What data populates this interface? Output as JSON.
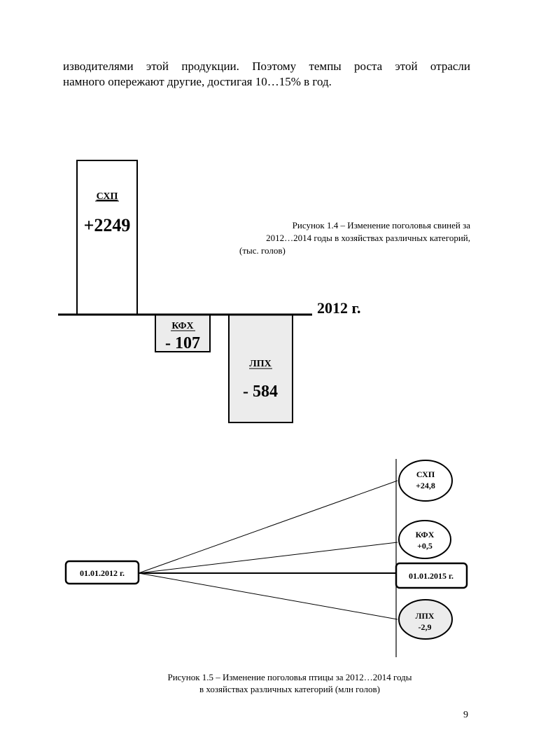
{
  "paragraph": {
    "line1": "изводителями этой продукции. Поэтому темпы роста этой отрасли",
    "line2": "намного опережают другие, достигая 10…15% в год."
  },
  "figure_1_4": {
    "caption_lines": [
      "Рисунок 1.4 – Изменение поголовья свиней за",
      "2012…2014 годы в хозяйствах различных категорий,",
      "(тыс. голов)"
    ],
    "baseline_label": "2012 г.",
    "bars": [
      {
        "name": "СХП",
        "value": 2249,
        "label": "+2249"
      },
      {
        "name": "КФХ",
        "value": -107,
        "label": "- 107"
      },
      {
        "name": "ЛПХ",
        "value": -584,
        "label": "- 584"
      }
    ],
    "fill_negative": "#ececec"
  },
  "figure_1_5": {
    "start_label": "01.01.2012 г.",
    "end_label": "01.01.2015 г.",
    "nodes": [
      {
        "name": "СХП",
        "label": "+24,8",
        "value": 24.8
      },
      {
        "name": "КФХ",
        "label": "+0,5",
        "value": 0.5
      },
      {
        "name": "ЛПХ",
        "label": "-2,9",
        "value": -2.9
      }
    ],
    "caption_lines": [
      "Рисунок 1.5 – Изменение поголовья птицы  за  2012…2014 годы",
      "в хозяйствах различных категорий (млн голов)"
    ]
  },
  "page_number": "9"
}
